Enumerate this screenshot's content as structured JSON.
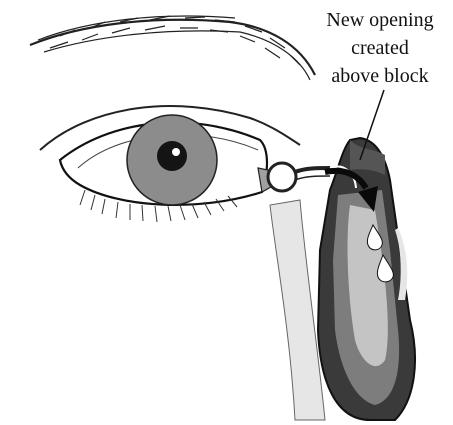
{
  "diagram": {
    "annotation": {
      "lines": [
        "New opening",
        "created",
        "above block"
      ]
    },
    "colors": {
      "ink": "#111111",
      "iris": "#8c8c8c",
      "pupil": "#141414",
      "sac_dark": "#3a3a3a",
      "sac_mid": "#7d7d7d",
      "sac_light": "#c4c4c4",
      "bone": "#e6e6e6",
      "tear_drop": "#ffffff"
    },
    "icons": [
      "eyebrow",
      "eye",
      "iris",
      "pupil",
      "lacrimal-canal-ring",
      "lacrimal-sac",
      "flow-arrow-icon",
      "tear-drop"
    ]
  }
}
